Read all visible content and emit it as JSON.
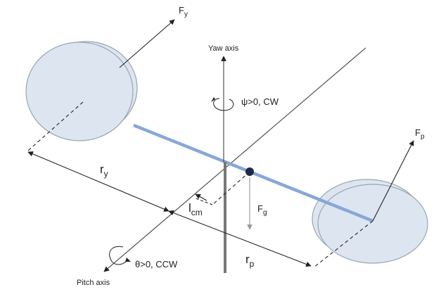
{
  "labels": {
    "yaw_axis": "Yaw axis",
    "pitch_axis": "Pitch axis",
    "yaw_rotation": "ψ>0, CW",
    "pitch_rotation": "θ>0, CCW",
    "force_yaw": {
      "main": "F",
      "sub": "y"
    },
    "force_pitch": {
      "main": "F",
      "sub": "p"
    },
    "force_gravity": {
      "main": "F",
      "sub": "g"
    },
    "arm_yaw": {
      "main": "r",
      "sub": "y"
    },
    "arm_pitch": {
      "main": "r",
      "sub": "p"
    },
    "center_of_mass": {
      "main": "l",
      "sub": "cm"
    }
  },
  "colors": {
    "rotor_fill": "#dde5f1",
    "rotor_stroke": "#9aa5b2",
    "beam": "#86a8d8",
    "axis": "#444444",
    "mass": "#1a2a4a",
    "gravity_arrow": "#999999"
  }
}
